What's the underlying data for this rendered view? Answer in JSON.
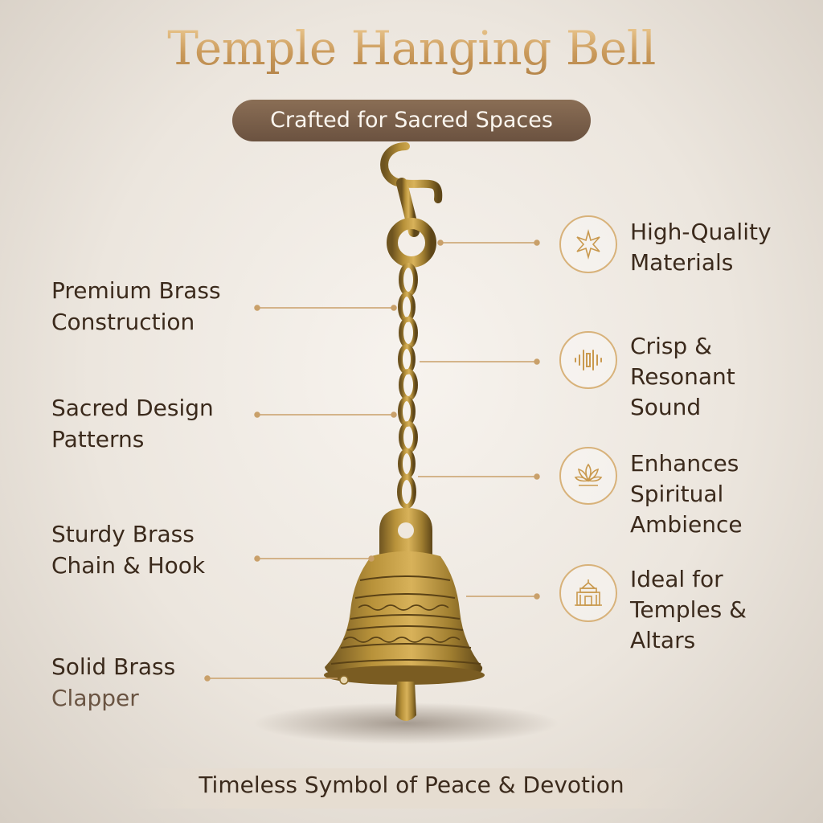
{
  "title": "Temple Hanging Bell",
  "subtitle": "Crafted for Sacred Spaces",
  "left_features": [
    {
      "line1": "Premium Brass",
      "line2": "Construction"
    },
    {
      "line1": "Sacred Design",
      "line2": "Patterns"
    },
    {
      "line1": "Sturdy Brass",
      "line2": "Chain & Hook"
    },
    {
      "line1": "Solid Brass",
      "line2": "Clapper"
    }
  ],
  "right_features": [
    {
      "icon": "star-burst-icon",
      "lines": [
        "High-Quality",
        "Materials"
      ]
    },
    {
      "icon": "sound-wave-icon",
      "lines": [
        "Crisp &",
        "Resonant",
        "Sound"
      ]
    },
    {
      "icon": "lotus-icon",
      "lines": [
        "Enhances",
        "Spiritual",
        "Ambience"
      ]
    },
    {
      "icon": "temple-icon",
      "lines": [
        "Ideal for",
        "Temples &",
        "Altars"
      ]
    }
  ],
  "tagline": "Timeless Symbol of Peace & Devotion",
  "colors": {
    "gold": "#d4a868",
    "brass": "#b8923a",
    "brown_pill": "#7a604a",
    "text_dark": "#3b2a1c",
    "connector": "#c9a06a"
  }
}
